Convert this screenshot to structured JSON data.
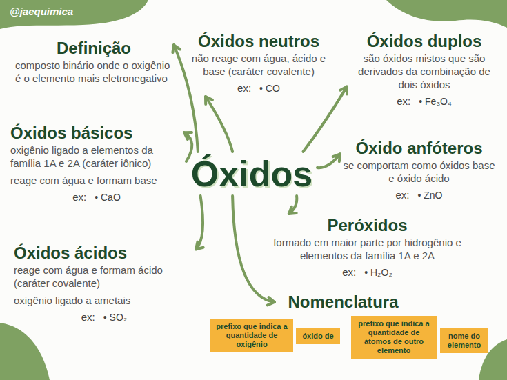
{
  "diagram": {
    "nodes": [
      {
        "text": [
          "Definição",
          "composto binário onde o oxigênio é o elemento mais eletronegativo"
        ]
      },
      {
        "text": [
          "Óxidos neutros",
          "não reage com água, ácido e base (caráter covalente)",
          "ex:",
          "• CO"
        ]
      },
      {
        "text": [
          "Óxidos duplos",
          "são óxidos mistos que são derivados da combinação de dois óxidos",
          "ex:",
          "• Fe₃O₄"
        ]
      },
      {
        "text": [
          "Óxidos básicos",
          "oxigênio ligado a elementos da família 1A e 2A (caráter iônico)",
          "reage com água e formam base",
          "ex:",
          "• CaO"
        ]
      },
      {
        "text": [
          "Óxido anfóteros",
          "se comportam como óxidos base e óxido ácido",
          "ex:",
          "• ZnO"
        ]
      },
      {
        "text": [
          "Óxidos"
        ]
      },
      {
        "text": [
          "Peróxidos",
          "formado em maior parte por hidrogênio e elementos da família 1A e 2A",
          "ex:",
          "• H₂O₂"
        ]
      },
      {
        "text": [
          "Óxidos ácidos",
          "reage com água e formam ácido (caráter covalente)",
          "oxigênio ligado a ametais",
          "ex:",
          "• SO₂"
        ]
      },
      {
        "text": [
          "Nomenclatura"
        ]
      },
      {
        "text": [
          "prefixo que indica a quantidade de oxigênio"
        ]
      },
      {
        "text": [
          "óxido de"
        ]
      },
      {
        "text": [
          "prefixo que indica a quantidade de átomos de outro elemento"
        ]
      },
      {
        "text": [
          "nome do elemento"
        ]
      }
    ],
    "edges": [
      {
        "from": 5,
        "to": 0,
        "arrow": "to"
      },
      {
        "from": 5,
        "to": 1,
        "arrow": "to"
      },
      {
        "from": 5,
        "to": 2,
        "arrow": "to"
      },
      {
        "from": 5,
        "to": 3,
        "arrow": "to"
      },
      {
        "from": 5,
        "to": 4,
        "arrow": "to"
      },
      {
        "from": 5,
        "to": 6,
        "arrow": "to"
      },
      {
        "from": 5,
        "to": 7,
        "arrow": "to"
      },
      {
        "from": 5,
        "to": 8,
        "arrow": "to"
      }
    ],
    "labels": [
      "@jaequimica"
    ]
  }
}
